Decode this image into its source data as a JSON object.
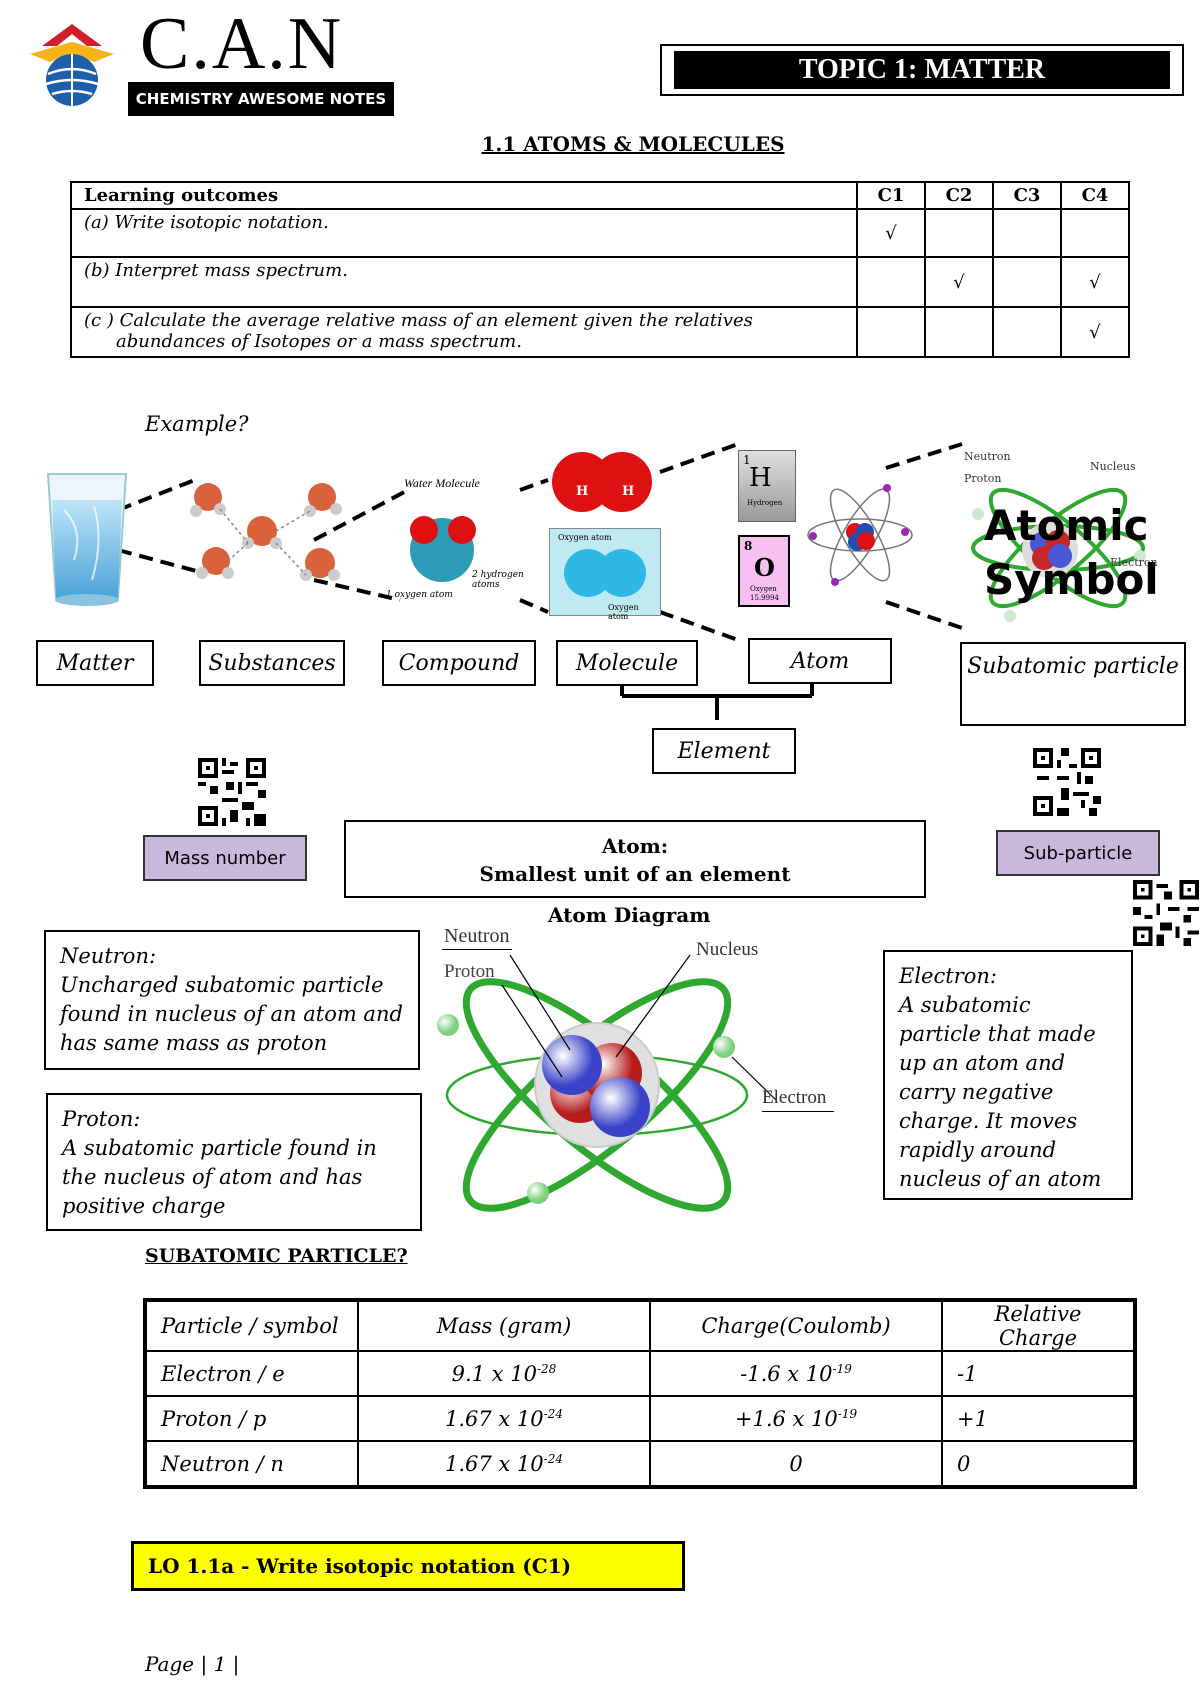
{
  "header": {
    "logo_text": "C.A.N",
    "logo_subtitle": "CHEMISTRY AWESOME NOTES",
    "topic_title": "TOPIC 1: MATTER"
  },
  "section_title": "1.1 ATOMS & MOLECULES",
  "learning_outcomes": {
    "headers": [
      "Learning outcomes",
      "C1",
      "C2",
      "C3",
      "C4"
    ],
    "rows": [
      {
        "text": "(a)  Write isotopic notation.",
        "text2": "",
        "checks": [
          "√",
          "",
          "",
          ""
        ]
      },
      {
        "text": "(b)  Interpret mass spectrum.",
        "text2": "",
        "checks": [
          "",
          "√",
          "",
          "√"
        ]
      },
      {
        "text": "(c ) Calculate the average relative mass of an element given the relatives",
        "text2": "abundances  of  Isotopes or a mass spectrum.",
        "checks": [
          "",
          "",
          "",
          "√"
        ]
      }
    ]
  },
  "example_label": "Example?",
  "hierarchy": {
    "matter": "Matter",
    "substances": "Substances",
    "compound": "Compound",
    "molecule": "Molecule",
    "atom": "Atom",
    "subatomic": "Subatomic particle",
    "element": "Element"
  },
  "image_labels": {
    "water_molecule": "Water Molecule",
    "oxygen_atom": "1 oxygen atom",
    "hydrogen_atoms": "2 hydrogen atoms",
    "h_left": "H",
    "h_right": "H",
    "oxygen_atom_top": "Oxygen atom",
    "oxygen_atom_bottom": "Oxygen atom",
    "h_symbol": "H",
    "h_number": "1",
    "h_name": "Hydrogen",
    "o_symbol": "O",
    "o_number": "8",
    "o_name": "Oxygen",
    "o_mass": "15.9994",
    "small_neutron": "Neutron",
    "small_proton": "Proton",
    "small_nucleus": "Nucleus",
    "small_electron": "Electron",
    "atomic_symbol_1": "Atomic",
    "atomic_symbol_2": "Symbol"
  },
  "qr_labels": {
    "mass_number": "Mass number",
    "sub_particle": "Sub-particle"
  },
  "atom_definition": {
    "line1": "Atom:",
    "line2": "Smallest unit of an element"
  },
  "atom_diagram": {
    "title": "Atom Diagram",
    "neutron": "Neutron",
    "proton": "Proton",
    "nucleus": "Nucleus",
    "electron": "Electron"
  },
  "definitions": {
    "neutron_title": "Neutron:",
    "neutron_text": "Uncharged subatomic particle found in nucleus of an atom and has same mass as proton",
    "proton_title": "Proton:",
    "proton_text": "A subatomic particle found in the nucleus of atom and has positive charge",
    "electron_title": "Electron:",
    "electron_text": "A subatomic particle that made up an atom and carry negative charge. It moves rapidly around nucleus of an atom"
  },
  "subatomic_heading": "SUBATOMIC PARTICLE?",
  "subatomic_table": {
    "headers": [
      "Particle / symbol",
      "Mass (gram)",
      "Charge(Coulomb)",
      "Relative Charge"
    ],
    "rows": [
      {
        "particle": "Electron / e",
        "mass_base": "9.1 x 10",
        "mass_exp": "-28",
        "charge_base": "-1.6 x 10",
        "charge_exp": "-19",
        "relative": "-1"
      },
      {
        "particle": "Proton  / p",
        "mass_base": "1.67 x 10",
        "mass_exp": "-24",
        "charge_base": "+1.6 x 10",
        "charge_exp": "-19",
        "relative": "+1"
      },
      {
        "particle": "Neutron / n",
        "mass_base": "1.67 x 10",
        "mass_exp": "-24",
        "charge_base": "0",
        "charge_exp": "",
        "relative": "0"
      }
    ]
  },
  "lo_banner": "LO 1.1a - Write isotopic notation (C1)",
  "footer": {
    "page_label": "Page | 1 |"
  },
  "colors": {
    "banner_yellow": "#ffff00",
    "qr_label_purple": "#c9b8dc",
    "orbit_green": "#2ea82e",
    "header_black": "#000000"
  }
}
